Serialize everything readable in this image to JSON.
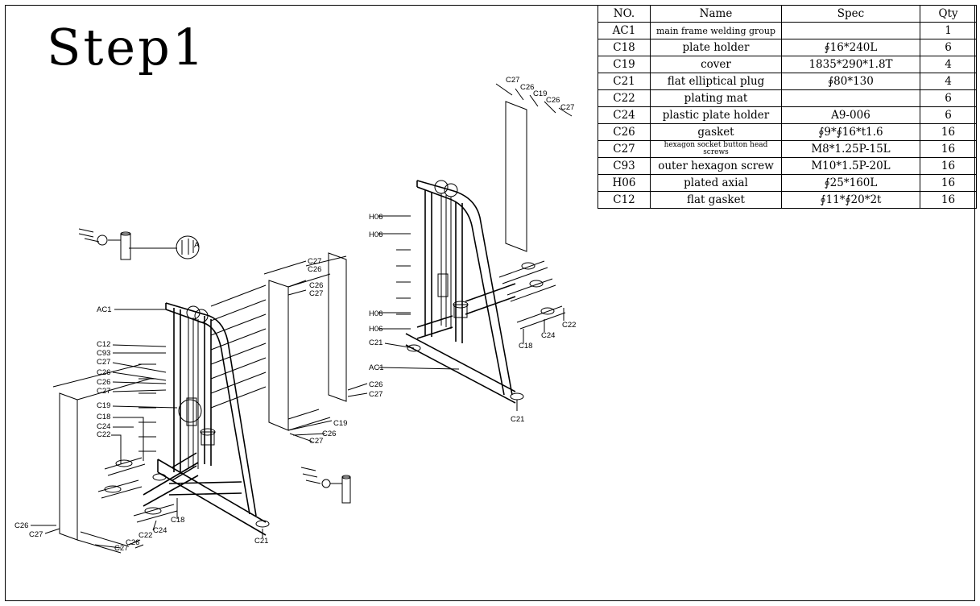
{
  "title": "Step1",
  "table": {
    "headers": [
      "NO.",
      "Name",
      "Spec",
      "Qty"
    ],
    "rows": [
      {
        "no": "AC1",
        "name": "main frame welding group",
        "spec": "",
        "qty": "1"
      },
      {
        "no": "C18",
        "name": "plate holder",
        "spec": "∮16*240L",
        "qty": "6"
      },
      {
        "no": "C19",
        "name": "cover",
        "spec": "1835*290*1.8T",
        "qty": "4"
      },
      {
        "no": "C21",
        "name": "flat elliptical plug",
        "spec": "∮80*130",
        "qty": "4"
      },
      {
        "no": "C22",
        "name": "plating mat",
        "spec": "",
        "qty": "6"
      },
      {
        "no": "C24",
        "name": "plastic plate holder",
        "spec": "A9-006",
        "qty": "6"
      },
      {
        "no": "C26",
        "name": "gasket",
        "spec": "∮9*∮16*t1.6",
        "qty": "16"
      },
      {
        "no": "C27",
        "name": "hexagon socket button head screws",
        "spec": "M8*1.25P-15L",
        "qty": "16"
      },
      {
        "no": "C93",
        "name": "outer hexagon screw",
        "spec": "M10*1.5P-20L",
        "qty": "16"
      },
      {
        "no": "H06",
        "name": "plated axial",
        "spec": "∮25*160L",
        "qty": "16"
      },
      {
        "no": "C12",
        "name": "flat gasket",
        "spec": "∮11*∮20*2t",
        "qty": "16"
      }
    ]
  },
  "callouts": {
    "detail": "A",
    "left": {
      "ac1": "AC1",
      "c12": "C12",
      "c93": "C93",
      "c27a": "C27",
      "c26a": "C26",
      "c26b": "C26",
      "c27b": "C27",
      "c19": "C19",
      "c18": "C18",
      "c24": "C24",
      "c22": "C22",
      "c26c": "C26",
      "c27c": "C27",
      "c27d": "C27",
      "c26d": "C26",
      "c22b": "C22",
      "c24b": "C24",
      "c18b": "C18",
      "c21": "C21"
    },
    "middle": {
      "c27a": "C27",
      "c26a": "C26",
      "c26b": "C26",
      "c27b": "C27",
      "c26c": "C26",
      "c27c": "C27",
      "c19": "C19",
      "c26d": "C26",
      "c27d": "C27"
    },
    "right": {
      "c27a": "C27",
      "c26a": "C26",
      "c19": "C19",
      "c26b": "C26",
      "c27b": "C27",
      "h06a": "H06",
      "h06b": "H06",
      "h06c": "H06",
      "h06d": "H06",
      "c21a": "C21",
      "ac1": "AC1",
      "c24": "C24",
      "c22": "C22",
      "c18": "C18",
      "c21b": "C21"
    }
  }
}
